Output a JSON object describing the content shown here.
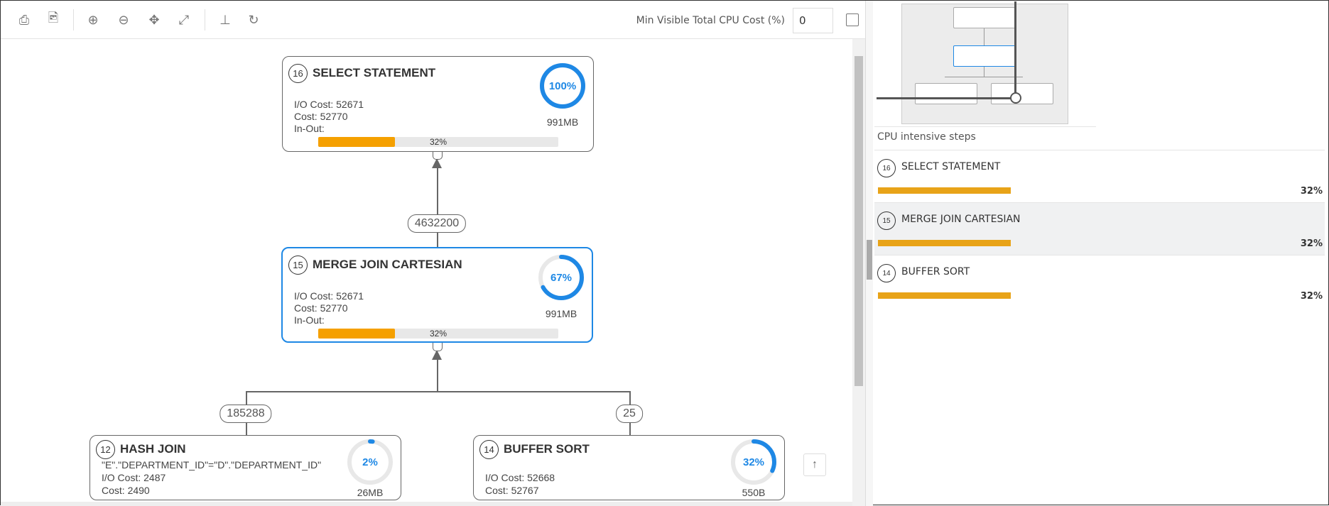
{
  "toolbar": {
    "icons": [
      "print-icon",
      "export-image-icon",
      "zoom-in-icon",
      "zoom-out-icon",
      "pan-icon",
      "fit-icon",
      "tree-layout-icon",
      "refresh-icon"
    ],
    "min_label": "Min Visible Total CPU Cost (%)",
    "min_value": "0"
  },
  "nodes": [
    {
      "num": "16",
      "title": "SELECT STATEMENT",
      "io": "I/O Cost: 52671",
      "cost": "Cost: 52770",
      "inout": "In-Out:",
      "ring": "100%",
      "ring_value": 100,
      "mem": "991MB",
      "bar": "32%",
      "bar_value": 32
    },
    {
      "num": "15",
      "title": "MERGE JOIN CARTESIAN",
      "io": "I/O Cost: 52671",
      "cost": "Cost: 52770",
      "inout": "In-Out:",
      "ring": "67%",
      "ring_value": 67,
      "mem": "991MB",
      "bar": "32%",
      "bar_value": 32
    },
    {
      "num": "12",
      "title": "HASH JOIN",
      "pred": "\"E\".\"DEPARTMENT_ID\"=\"D\".\"DEPARTMENT_ID\"",
      "io": "I/O Cost: 2487",
      "cost": "Cost: 2490",
      "ring": "2%",
      "ring_value": 2,
      "mem": "26MB"
    },
    {
      "num": "14",
      "title": "BUFFER SORT",
      "io": "I/O Cost: 52668",
      "cost": "Cost: 52767",
      "ring": "32%",
      "ring_value": 32,
      "mem": "550B"
    }
  ],
  "edges": {
    "e1": "4632200",
    "e2": "185288",
    "e3": "25"
  },
  "cpu": {
    "heading": "CPU intensive steps",
    "items": [
      {
        "num": "16",
        "name": "SELECT STATEMENT",
        "pct": "32%",
        "value": 32
      },
      {
        "num": "15",
        "name": "MERGE JOIN CARTESIAN",
        "pct": "32%",
        "value": 32
      },
      {
        "num": "14",
        "name": "BUFFER SORT",
        "pct": "32%",
        "value": 32
      }
    ]
  },
  "colors": {
    "accent": "#1e88e5",
    "bar": "#f5a000",
    "cpu_bar": "#e8a318"
  }
}
